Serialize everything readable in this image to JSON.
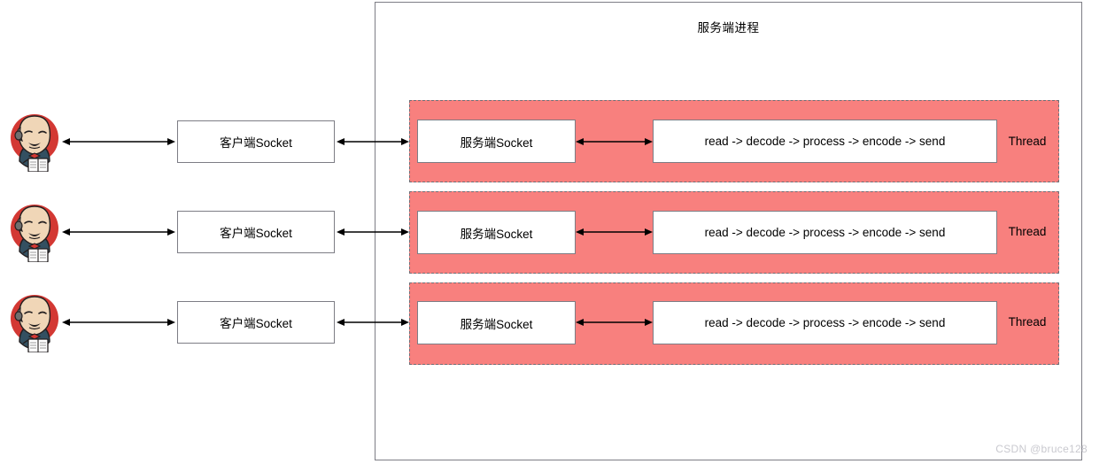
{
  "diagram": {
    "title": "服务端进程",
    "watermark": "CSDN @bruce128",
    "colors": {
      "thread_band": "#F8807E",
      "box_border": "#7d7d85",
      "band_border": "#6f6f76",
      "text": "#000000",
      "watermark": "#c9c9cf",
      "avatar_circle": "#D33833",
      "avatar_suit": "#335061",
      "avatar_skin": "#F0D6B7"
    },
    "rows": [
      {
        "client_icon": "jenkins-butler-icon",
        "client_socket": "客户端Socket",
        "server_socket": "服务端Socket",
        "pipeline": "read -> decode -> process -> encode -> send",
        "thread_label": "Thread"
      },
      {
        "client_icon": "jenkins-butler-icon",
        "client_socket": "客户端Socket",
        "server_socket": "服务端Socket",
        "pipeline": "read -> decode -> process -> encode -> send",
        "thread_label": "Thread"
      },
      {
        "client_icon": "jenkins-butler-icon",
        "client_socket": "客户端Socket",
        "server_socket": "服务端Socket",
        "pipeline": "read -> decode -> process -> encode -> send",
        "thread_label": "Thread"
      }
    ],
    "connections": [
      {
        "name": "client-to-client-socket",
        "style": "bidirectional"
      },
      {
        "name": "client-socket-to-server-socket",
        "style": "bidirectional"
      },
      {
        "name": "server-socket-to-pipeline",
        "style": "bidirectional"
      }
    ]
  }
}
